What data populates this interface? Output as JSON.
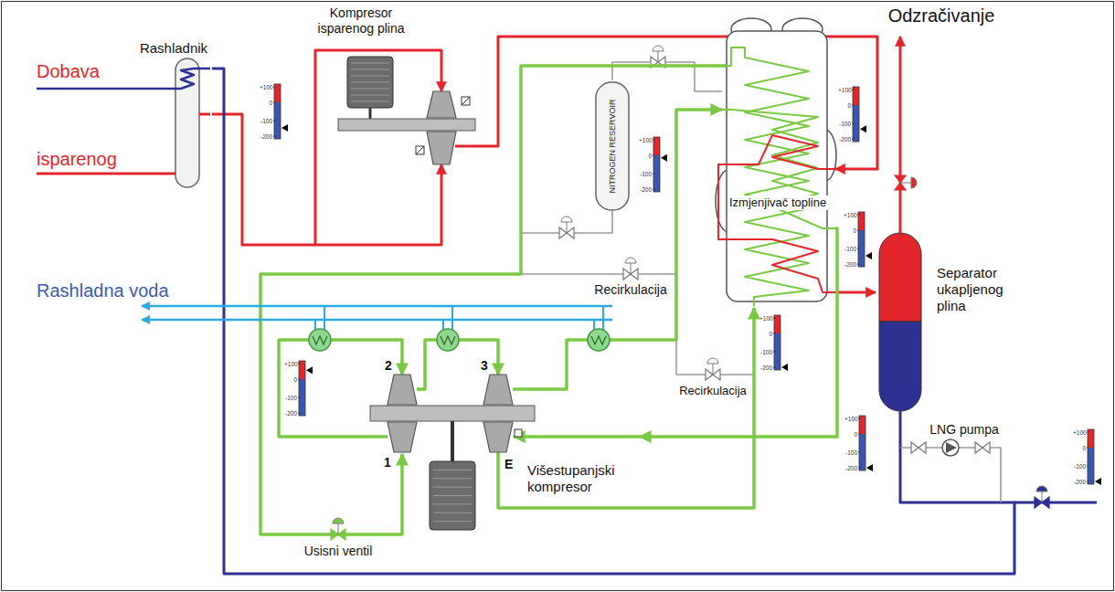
{
  "diagram": {
    "nodes": [
      {
        "text": [
          "Kompresor isparenog plina"
        ]
      },
      {
        "text": [
          "Rashladnik"
        ]
      },
      {
        "text": [
          "NITROGEN RESERVOIR"
        ]
      },
      {
        "text": [
          "Izmjenjivač topline"
        ]
      },
      {
        "text": [
          "Separator ukapljenog plina"
        ]
      },
      {
        "text": [
          "Višestupanjski kompresor"
        ]
      }
    ],
    "edges": [
      {
        "from": 1,
        "to": 0,
        "arrow": "to"
      },
      {
        "from": 0,
        "to": 3,
        "arrow": "to"
      },
      {
        "from": 3,
        "to": 4,
        "arrow": "to"
      },
      {
        "from": 4,
        "to": 1,
        "arrow": "none"
      },
      {
        "from": 5,
        "to": 3,
        "arrow": "to"
      },
      {
        "from": 3,
        "to": 5,
        "arrow": "to"
      },
      {
        "from": 2,
        "to": 3,
        "arrow": "none"
      }
    ],
    "labels": [
      "Dobava",
      "isparenog",
      "Rashladna voda",
      "Recirkulacija",
      "Recirkulacija",
      "Usisni ventil",
      "LNG pumpa",
      "Odzračivanje",
      "1",
      "2",
      "3",
      "E",
      "+100",
      "0",
      "-100",
      "-200",
      "+100",
      "0",
      "-100",
      "-200",
      "+100",
      "0",
      "-100",
      "-200",
      "+100",
      "0",
      "-100",
      "-200",
      "+100",
      "0",
      "-100",
      "-200",
      "+100",
      "0",
      "-100",
      "-200",
      "+100",
      "0",
      "-100",
      "-200",
      "+100",
      "0",
      "-100",
      "-200"
    ]
  }
}
